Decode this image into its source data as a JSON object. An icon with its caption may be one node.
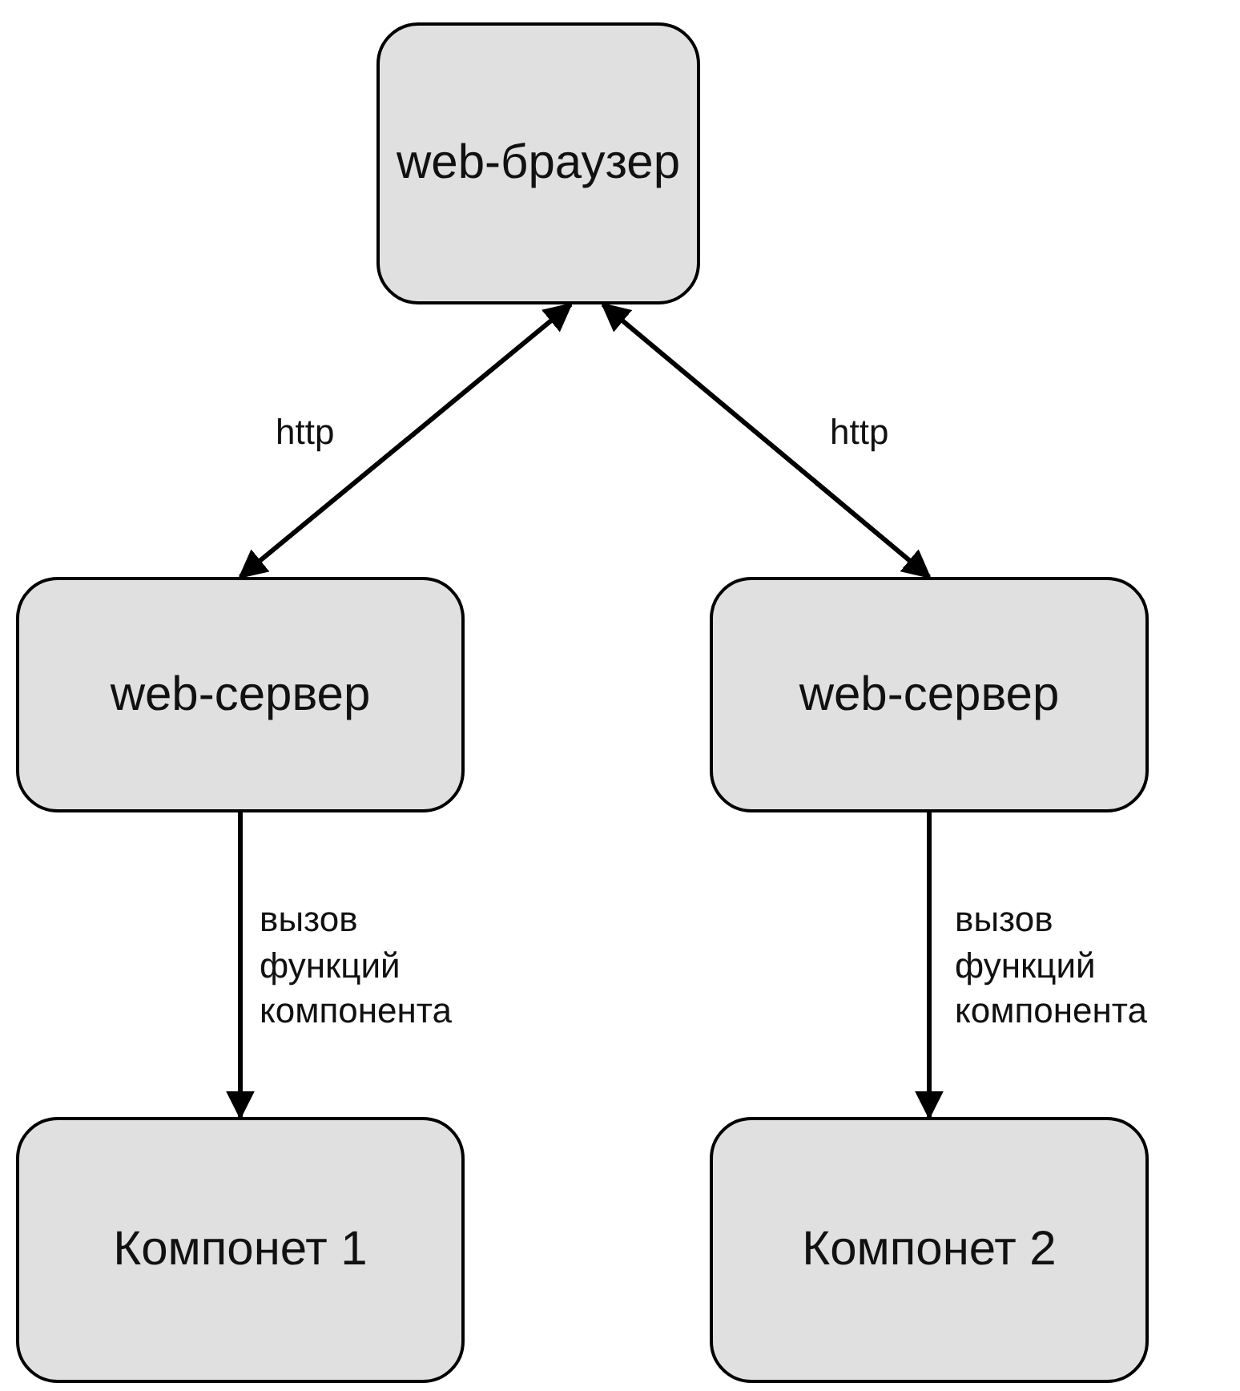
{
  "diagram": {
    "nodes": [
      {
        "text": [
          "web-браузер"
        ]
      },
      {
        "text": [
          "web-сервер"
        ]
      },
      {
        "text": [
          "web-сервер"
        ]
      },
      {
        "text": [
          "Компонет 1"
        ]
      },
      {
        "text": [
          "Компонет 2"
        ]
      }
    ],
    "edges": [
      {
        "from": 0,
        "to": 1,
        "arrow": "both",
        "label": "http"
      },
      {
        "from": 0,
        "to": 2,
        "arrow": "both",
        "label": "http"
      },
      {
        "from": 1,
        "to": 3,
        "arrow": "to",
        "label": "вызов функций компонента"
      },
      {
        "from": 2,
        "to": 4,
        "arrow": "to",
        "label": "вызов функций компонента"
      }
    ]
  }
}
